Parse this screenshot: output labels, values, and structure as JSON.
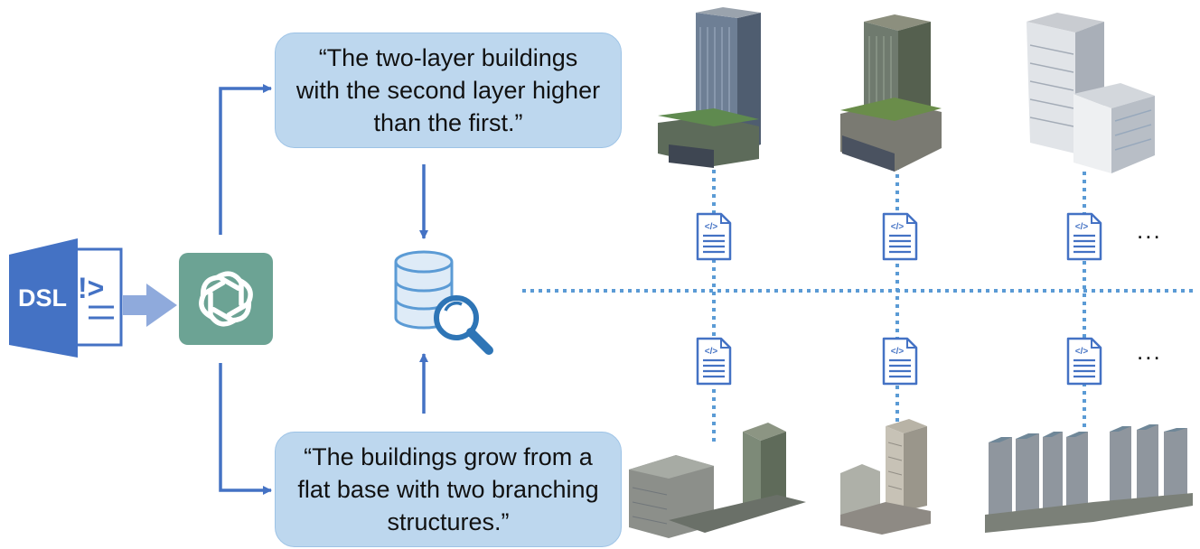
{
  "dsl_icon": {
    "label": "DSL",
    "glyph": "!>"
  },
  "queries": {
    "top": "“The two-layer buildings with the second layer higher than the first.”",
    "bottom": "“The buildings grow from a flat base with two branching structures.”"
  },
  "doc_icon_glyph": "</>",
  "ellipsis_top": "...",
  "ellipsis_bottom": "...",
  "icons": {
    "llm": "openai-logo-icon",
    "database": "database-icon",
    "search": "magnifier-icon",
    "document": "code-document-icon",
    "building": "building-image"
  },
  "colors": {
    "arrow": "#4472c4",
    "dotted_line": "#5b9bd5",
    "query_box_fill": "#bdd7ee",
    "query_box_border": "#9dc3e6",
    "llm_tile": "#6ca394",
    "dsl_blue": "#4472c4",
    "db_fill": "#deebf7",
    "db_stroke": "#5b9bd5"
  }
}
